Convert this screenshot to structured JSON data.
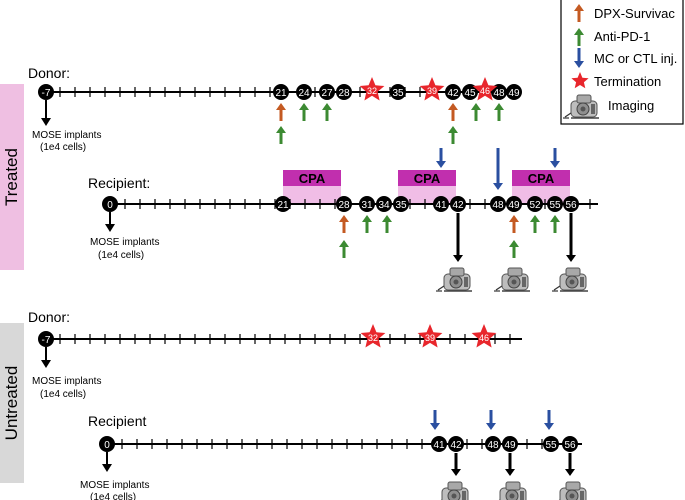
{
  "colors": {
    "dpx": "#c45a22",
    "pd1": "#3c8a32",
    "inj": "#2a4fa0",
    "termination": "#e8262c",
    "treated_band": "#efbfe2",
    "untreated_band": "#d8d8d8",
    "cpa_dark": "#c12fae",
    "cpa_light": "#f0bde6"
  },
  "legend": {
    "dpx": "DPX-Survivac",
    "pd1": "Anti-PD-1",
    "inj": "MC or CTL inj.",
    "termination": "Termination",
    "imaging": "Imaging"
  },
  "groups": {
    "treated": "Treated",
    "untreated": "Untreated"
  },
  "treated_donor": {
    "title": "Donor:",
    "start_day": "-7",
    "implant_line1": "MOSE implants",
    "implant_line2": "(1e4 cells)",
    "days": [
      "21",
      "24",
      "27",
      "28",
      "35",
      "42",
      "45",
      "48",
      "49"
    ],
    "terminations": [
      "32",
      "39",
      "46"
    ]
  },
  "treated_recipient": {
    "title": "Recipient:",
    "start_day": "0",
    "implant_line1": "MOSE implants",
    "implant_line2": "(1e4 cells)",
    "days": [
      "21",
      "28",
      "31",
      "34",
      "35",
      "41",
      "42",
      "48",
      "49",
      "52",
      "55",
      "56"
    ],
    "cpa": [
      "CPA",
      "CPA",
      "CPA"
    ]
  },
  "untreated_donor": {
    "title": "Donor:",
    "start_day": "-7",
    "implant_line1": "MOSE implants",
    "implant_line2": "(1e4 cells)",
    "terminations": [
      "32",
      "39",
      "46"
    ]
  },
  "untreated_recipient": {
    "title": "Recipient",
    "start_day": "0",
    "implant_line1": "MOSE implants",
    "implant_line2": "(1e4 cells)",
    "days": [
      "41",
      "42",
      "48",
      "49",
      "55",
      "56"
    ]
  }
}
